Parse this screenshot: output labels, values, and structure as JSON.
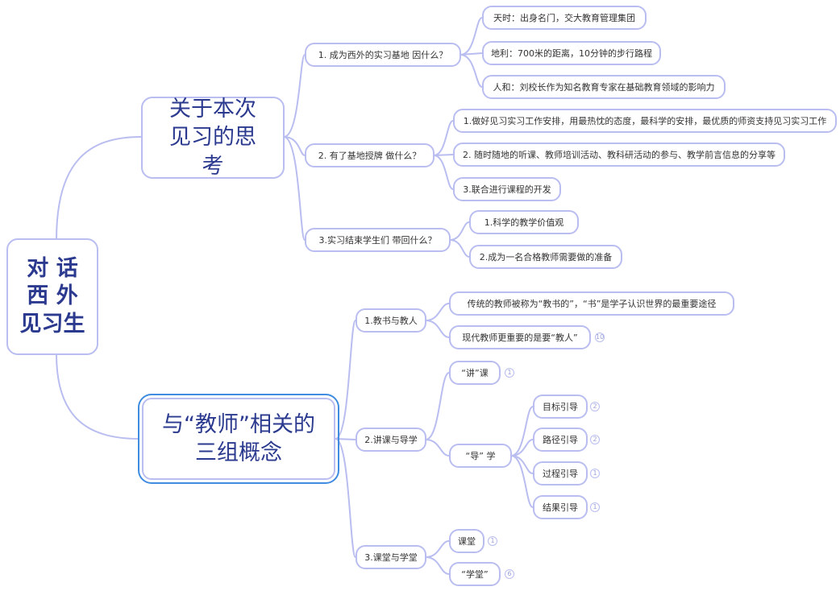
{
  "root": "对 话 西 外 见习生",
  "colors": {
    "link": "#b9bdf0",
    "text": "#333333",
    "title": "#2b3a8f",
    "selection": "#3f8ce0"
  },
  "branch1": {
    "title": "关于本次见习的思考",
    "q1": {
      "label": "1. 成为西外的实习基地   因什么？",
      "items": [
        "天时：出身名门，交大教育管理集团",
        "地利：700米的距离，10分钟的步行路程",
        "人和：刘校长作为知名教育专家在基础教育领域的影响力"
      ]
    },
    "q2": {
      "label": "2. 有了基地授牌   做什么？",
      "items": [
        "1.做好见习实习工作安排，用最热忱的态度，最科学的安排，最优质的师资支持见习实习工作",
        "2. 随时随地的听课、教师培训活动、教科研活动的参与、教学前言信息的分享等",
        "3.联合进行课程的开发"
      ]
    },
    "q3": {
      "label": "3.实习结束学生们   带回什么？",
      "items": [
        "1.科学的教学价值观",
        "2.成为一名合格教师需要做的准备"
      ]
    }
  },
  "branch2": {
    "title": "与“教师”相关的三组概念",
    "c1": {
      "label": "1.教书与教人",
      "items": [
        "传统的教师被称为“教书的”，“书”是学子认识世界的最重要途径",
        "现代教师更重要的是要“教人”"
      ],
      "badge": "10"
    },
    "c2": {
      "label": "2.讲课与导学",
      "jiang": "“讲”课",
      "jiang_badge": "1",
      "dao": "“导” 学",
      "dao_items": [
        {
          "label": "目标引导",
          "badge": "2"
        },
        {
          "label": "路径引导",
          "badge": "2"
        },
        {
          "label": "过程引导",
          "badge": "1"
        },
        {
          "label": "结果引导",
          "badge": "1"
        }
      ]
    },
    "c3": {
      "label": "3.课堂与学堂",
      "ketang": "课堂",
      "ketang_badge": "1",
      "xuetang": "“学堂”",
      "xuetang_badge": "6"
    }
  }
}
